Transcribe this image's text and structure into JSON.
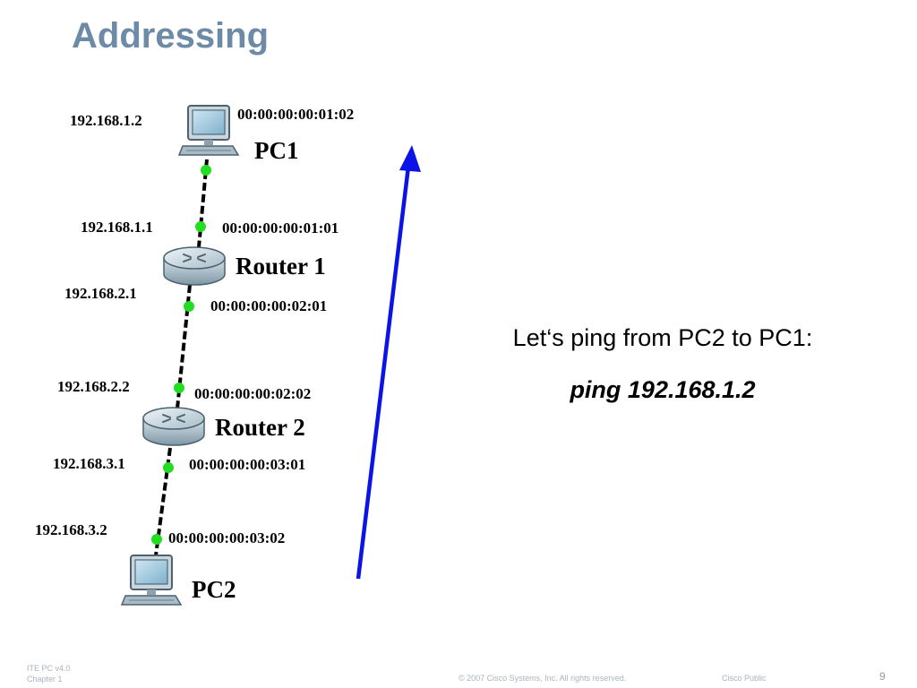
{
  "slide": {
    "title": "Addressing"
  },
  "devices": {
    "pc1": {
      "name": "PC1",
      "ip": "192.168.1.2",
      "mac": "00:00:00:00:01:02"
    },
    "router1": {
      "name": "Router 1",
      "top": {
        "ip": "192.168.1.1",
        "mac": "00:00:00:00:01:01"
      },
      "bottom": {
        "ip": "192.168.2.1",
        "mac": "00:00:00:00:02:01"
      }
    },
    "router2": {
      "name": "Router 2",
      "top": {
        "ip": "192.168.2.2",
        "mac": "00:00:00:00:02:02"
      },
      "bottom": {
        "ip": "192.168.3.1",
        "mac": "00:00:00:00:03:01"
      }
    },
    "pc2": {
      "name": "PC2",
      "ip": "192.168.3.2",
      "mac": "00:00:00:00:03:02"
    }
  },
  "ping": {
    "intro": "Let‘s ping from PC2 to PC1:",
    "command": "ping 192.168.1.2"
  },
  "colors": {
    "title": "#6d8aa6",
    "arrow": "#0a14e6",
    "link_dot": "#22dd22"
  },
  "footer": {
    "course": "ITE PC v4.0",
    "chapter": "Chapter 1",
    "copyright": "© 2007 Cisco Systems, Inc. All rights reserved.",
    "classification": "Cisco Public",
    "page_number": "9"
  }
}
